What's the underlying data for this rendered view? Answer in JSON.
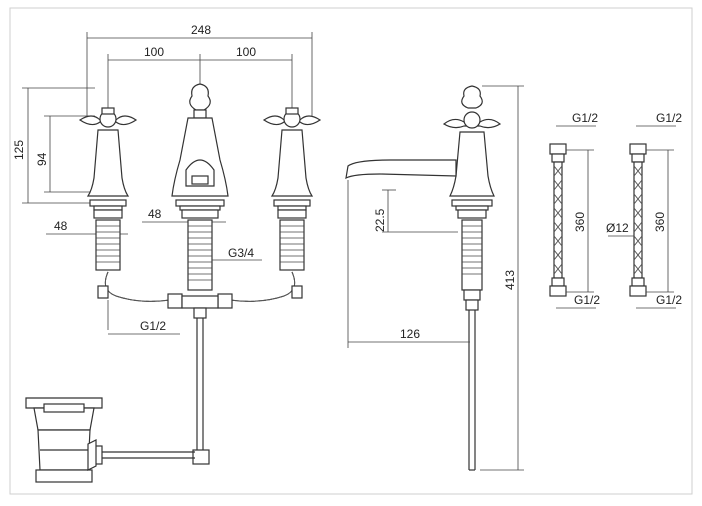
{
  "dimensions": {
    "total_width": "248",
    "left_spacing": "100",
    "right_spacing": "100",
    "handle_height": "125",
    "body_height": "94",
    "left_valve_width": "48",
    "center_valve_width": "48",
    "outlet_thread": "G3/4",
    "inlet_thread": "G1/2",
    "spout_height": "22.5",
    "overall_height": "413",
    "spout_reach": "126",
    "hose1_top": "G1/2",
    "hose1_length": "360",
    "hose1_bottom": "G1/2",
    "hose2_top": "G1/2",
    "hose2_diameter": "Ø12",
    "hose2_length": "360",
    "hose2_bottom": "G1/2"
  }
}
